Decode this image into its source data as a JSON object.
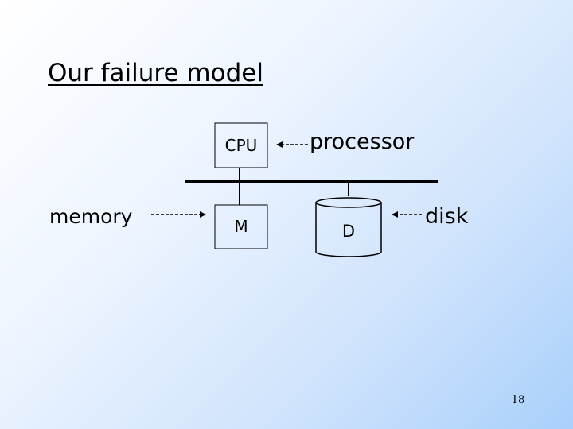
{
  "slide": {
    "title": "Our failure model",
    "page_number": "18"
  },
  "diagram": {
    "components": {
      "cpu": "CPU",
      "memory_box": "M",
      "disk_box": "D"
    },
    "labels": {
      "processor": "processor",
      "memory": "memory",
      "disk": "disk"
    }
  }
}
